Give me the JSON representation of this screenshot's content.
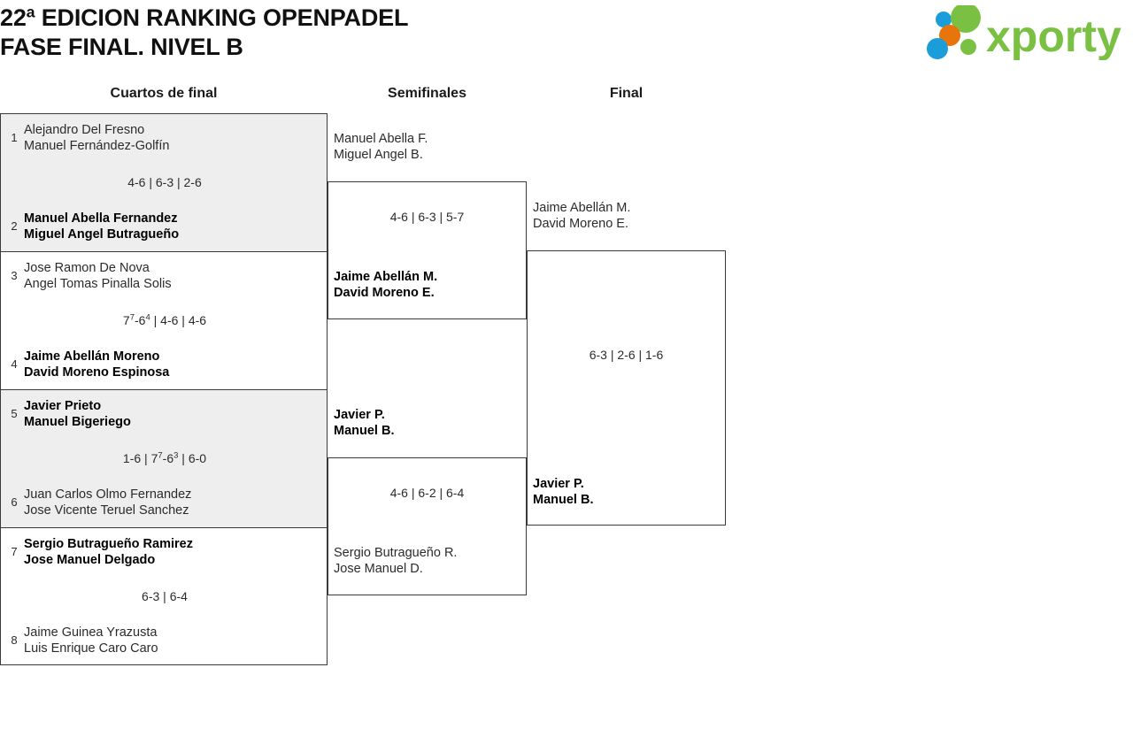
{
  "header": {
    "title_line1": "22ª EDICION RANKING OPENPADEL",
    "title_line2": "FASE FINAL. NIVEL B",
    "logo_text": "xporty",
    "logo_colors": {
      "green": "#7ac143",
      "blue": "#1b9dd9",
      "orange": "#e8740c"
    }
  },
  "columns": {
    "round1_label": "Cuartos de final",
    "round2_label": "Semifinales",
    "round3_label": "Final"
  },
  "round1": {
    "matches": [
      {
        "seed_top": "1",
        "top_p1": "Alejandro Del Fresno",
        "top_p2": "Manuel Fernández-Golfín",
        "seed_bottom": "2",
        "bottom_p1": "Manuel Abella Fernandez",
        "bottom_p2": "Miguel Angel Butragueño",
        "score": "4-6 | 6-3 | 2-6",
        "winner": "bottom",
        "shaded": true
      },
      {
        "seed_top": "3",
        "top_p1": "Jose Ramon De Nova",
        "top_p2": "Angel Tomas Pinalla Solis",
        "seed_bottom": "4",
        "bottom_p1": "Jaime Abellán Moreno",
        "bottom_p2": "David Moreno Espinosa",
        "score_parts": [
          {
            "text": "7",
            "sup": "7"
          },
          {
            "text": "-6",
            "sup": "4"
          },
          {
            "text": " | 4-6 | 4-6",
            "sup": ""
          }
        ],
        "score": "7⁷-6⁴ | 4-6 | 4-6",
        "winner": "bottom",
        "shaded": false
      },
      {
        "seed_top": "5",
        "top_p1": "Javier Prieto",
        "top_p2": "Manuel Bigeriego",
        "seed_bottom": "6",
        "bottom_p1": "Juan Carlos Olmo Fernandez",
        "bottom_p2": "Jose Vicente Teruel Sanchez",
        "score_parts": [
          {
            "text": "1-6 | 7",
            "sup": "7"
          },
          {
            "text": "-6",
            "sup": "3"
          },
          {
            "text": " | 6-0",
            "sup": ""
          }
        ],
        "score": "1-6 | 7⁷-6³ | 6-0",
        "winner": "top",
        "shaded": true
      },
      {
        "seed_top": "7",
        "top_p1": "Sergio Butragueño Ramirez",
        "top_p2": "Jose Manuel Delgado",
        "seed_bottom": "8",
        "bottom_p1": "Jaime Guinea Yrazusta",
        "bottom_p2": "Luis Enrique Caro Caro",
        "score": "6-3 | 6-4",
        "winner": "top",
        "shaded": false
      }
    ]
  },
  "round2": {
    "matches": [
      {
        "top_p1": "Manuel Abella F.",
        "top_p2": "Miguel Angel B.",
        "bottom_p1": "Jaime Abellán M.",
        "bottom_p2": "David Moreno E.",
        "score": "4-6 | 6-3 | 5-7",
        "winner": "bottom"
      },
      {
        "top_p1": "Javier P.",
        "top_p2": "Manuel B.",
        "bottom_p1": "Sergio Butragueño R.",
        "bottom_p2": "Jose Manuel D.",
        "score": "4-6 | 6-2 | 6-4",
        "winner": "top"
      }
    ]
  },
  "round3": {
    "matches": [
      {
        "top_p1": "Jaime Abellán M.",
        "top_p2": "David Moreno E.",
        "bottom_p1": "Javier P.",
        "bottom_p2": "Manuel B.",
        "score": "6-3 | 2-6 | 1-6",
        "winner": "bottom"
      }
    ]
  }
}
